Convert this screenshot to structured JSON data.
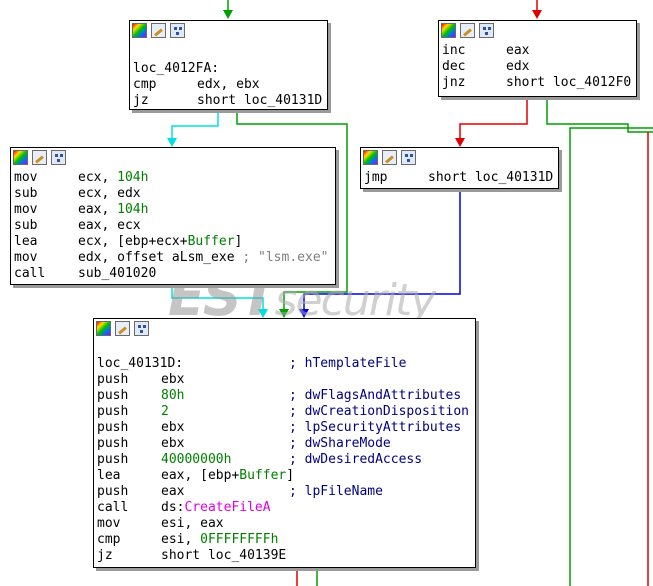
{
  "colors": {
    "true_branch": "#00a000",
    "false_branch": "#e00000",
    "unconditional": "#0000e0",
    "fallthrough": "#00e0e0",
    "numeric": "#008000",
    "api": "#e000e0",
    "comment": "#000080"
  },
  "icons": [
    "color-icon",
    "edit-icon",
    "graph-icon"
  ],
  "watermark": {
    "brand": "EST",
    "suffix": "security"
  },
  "blocks": {
    "b1": [
      {
        "label": "loc_4012FA:"
      },
      {
        "op": "cmp",
        "args": "edx, ebx"
      },
      {
        "op": "jz",
        "args": "short loc_40131D"
      }
    ],
    "b2": [
      {
        "op": "inc",
        "args": "eax"
      },
      {
        "op": "dec",
        "args": "edx"
      },
      {
        "op": "jnz",
        "args": "short loc_4012F0"
      }
    ],
    "b3": [
      {
        "op": "mov",
        "a1": "ecx, ",
        "num": "104h"
      },
      {
        "op": "sub",
        "a1": "ecx, edx"
      },
      {
        "op": "mov",
        "a1": "eax, ",
        "num": "104h"
      },
      {
        "op": "sub",
        "a1": "eax, ecx"
      },
      {
        "op": "lea",
        "a1": "ecx, [ebp+ecx+",
        "num": "Buffer",
        "a2": "]"
      },
      {
        "op": "mov",
        "a1": "edx, offset aLsm_exe ",
        "cmt": "; \"lsm.exe\""
      },
      {
        "op": "call",
        "a1": "sub_401020"
      }
    ],
    "b4": [
      {
        "op": "jmp",
        "args": "short loc_40131D"
      }
    ],
    "b5": [
      {
        "label": "loc_40131D:",
        "cmt": "; hTemplateFile"
      },
      {
        "op": "push",
        "a1": "ebx"
      },
      {
        "op": "push",
        "num": "80h",
        "cmt": "; dwFlagsAndAttributes"
      },
      {
        "op": "push",
        "num": "2",
        "cmt": "; dwCreationDisposition"
      },
      {
        "op": "push",
        "a1": "ebx",
        "cmt": "; lpSecurityAttributes"
      },
      {
        "op": "push",
        "a1": "ebx",
        "cmt": "; dwShareMode"
      },
      {
        "op": "push",
        "num": "40000000h",
        "cmt": "; dwDesiredAccess"
      },
      {
        "op": "lea",
        "a1": "eax, [ebp+",
        "num": "Buffer",
        "a2": "]"
      },
      {
        "op": "push",
        "a1": "eax",
        "cmt": "; lpFileName"
      },
      {
        "op": "call",
        "a1": "ds:",
        "api": "CreateFileA"
      },
      {
        "op": "mov",
        "a1": "esi, eax"
      },
      {
        "op": "cmp",
        "a1": "esi, ",
        "num": "0FFFFFFFFh"
      },
      {
        "op": "jz",
        "a1": "short loc_40139E"
      }
    ]
  }
}
